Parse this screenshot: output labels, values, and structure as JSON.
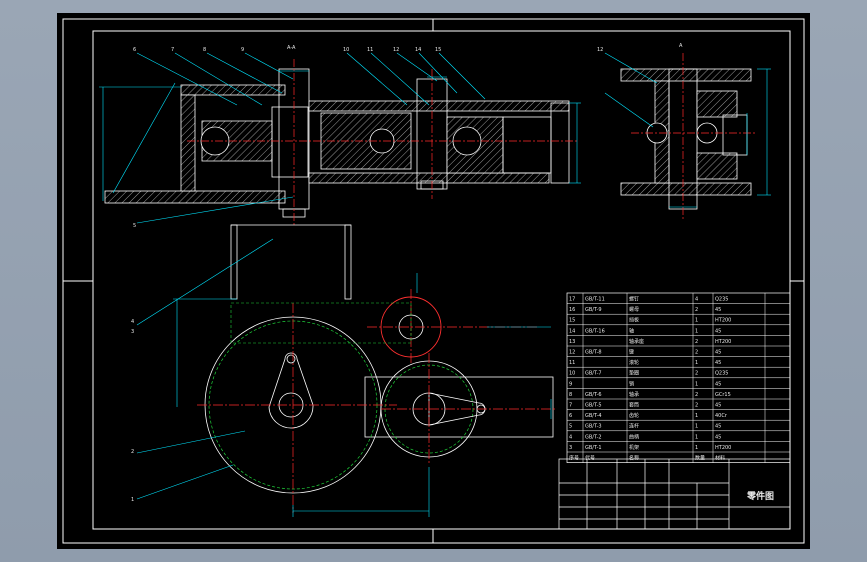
{
  "drawing": {
    "title_text": "零件图",
    "colors": {
      "background": "#000000",
      "frame": "#ffffff",
      "part_outline": "#ffffff",
      "dimension": "#00e5ff",
      "centerline": "#ff2a2a",
      "hatch": "#c0c0c0",
      "green_circle": "#1fd13a",
      "red_circle": "#ff3030"
    },
    "leader_labels": [
      "6",
      "7",
      "8",
      "9",
      "10",
      "11",
      "12",
      "14",
      "15",
      "4",
      "5",
      "2",
      "3",
      "1"
    ],
    "section_marks": [
      "A-A",
      "A"
    ],
    "bom_rows": [
      {
        "no": "17",
        "code": "GB/T-11",
        "name": "螺钉",
        "qty": "4",
        "mat": "Q235"
      },
      {
        "no": "16",
        "code": "GB/T-9",
        "name": "螺母",
        "qty": "2",
        "mat": "45"
      },
      {
        "no": "15",
        "code": "",
        "name": "挡板",
        "qty": "1",
        "mat": "HT200"
      },
      {
        "no": "14",
        "code": "GB/T-16",
        "name": "轴",
        "qty": "1",
        "mat": "45"
      },
      {
        "no": "13",
        "code": "",
        "name": "轴承座",
        "qty": "2",
        "mat": "HT200"
      },
      {
        "no": "12",
        "code": "GB/T-8",
        "name": "键",
        "qty": "2",
        "mat": "45"
      },
      {
        "no": "11",
        "code": "",
        "name": "滚轮",
        "qty": "1",
        "mat": "45"
      },
      {
        "no": "10",
        "code": "GB/T-7",
        "name": "垫圈",
        "qty": "2",
        "mat": "Q235"
      },
      {
        "no": "9",
        "code": "",
        "name": "销",
        "qty": "1",
        "mat": "45"
      },
      {
        "no": "8",
        "code": "GB/T-6",
        "name": "轴承",
        "qty": "2",
        "mat": "GCr15"
      },
      {
        "no": "7",
        "code": "GB/T-5",
        "name": "套筒",
        "qty": "2",
        "mat": "45"
      },
      {
        "no": "6",
        "code": "GB/T-4",
        "name": "齿轮",
        "qty": "1",
        "mat": "40Cr"
      },
      {
        "no": "5",
        "code": "GB/T-3",
        "name": "连杆",
        "qty": "1",
        "mat": "45"
      },
      {
        "no": "4",
        "code": "GB/T-2",
        "name": "曲柄",
        "qty": "1",
        "mat": "45"
      },
      {
        "no": "3",
        "code": "GB/T-1",
        "name": "机架",
        "qty": "1",
        "mat": "HT200"
      }
    ],
    "bom_header": [
      "序号",
      "代号",
      "名称",
      "数量",
      "材料"
    ]
  }
}
